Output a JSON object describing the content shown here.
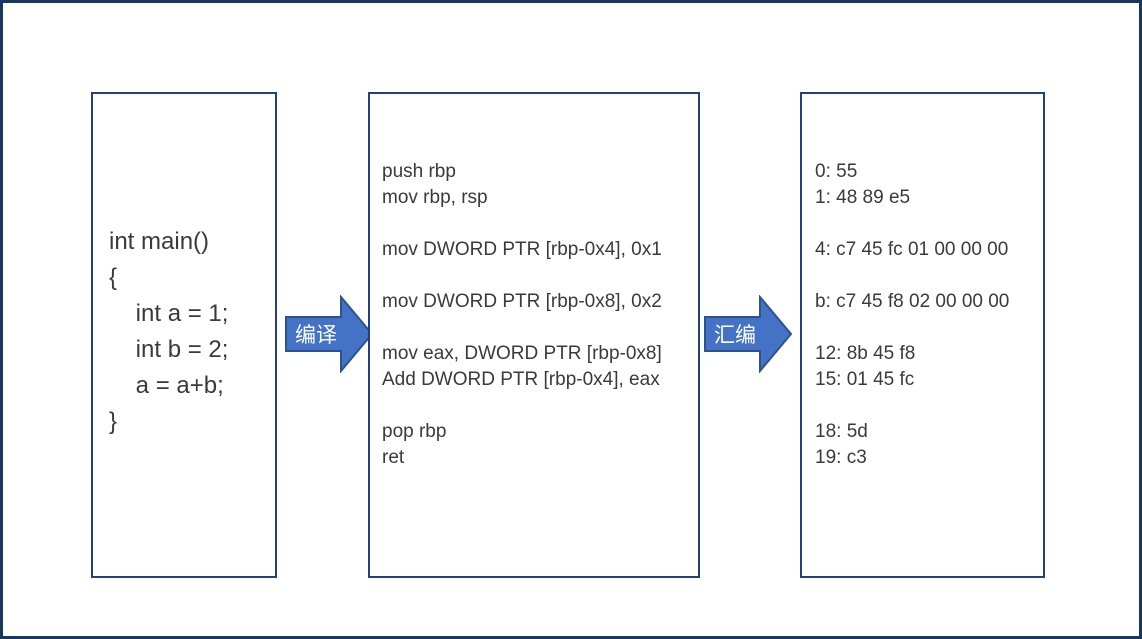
{
  "colors": {
    "page_border": "#17375e",
    "box_border": "#24417e",
    "arrow_fill": "#4472c4",
    "arrow_stroke": "#2f528f",
    "arrow_text": "#ffffff",
    "code_text": "#3a3a3a"
  },
  "source_box": {
    "lines": [
      "int main()",
      "{",
      "    int a = 1;",
      "    int b = 2;",
      "    a = a+b;",
      "}"
    ]
  },
  "compile_arrow": {
    "label": "编译"
  },
  "assembly_box": {
    "lines": [
      "push rbp",
      "mov rbp, rsp",
      "",
      "mov DWORD PTR [rbp-0x4], 0x1",
      "",
      "mov DWORD PTR [rbp-0x8], 0x2",
      "",
      "mov eax, DWORD PTR [rbp-0x8]",
      "Add DWORD PTR [rbp-0x4], eax",
      "",
      "pop rbp",
      "ret"
    ]
  },
  "assemble_arrow": {
    "label": "汇编"
  },
  "machine_code_box": {
    "lines": [
      "0: 55",
      "1: 48 89 e5",
      "",
      "4: c7 45 fc 01 00 00 00",
      "",
      "b: c7 45 f8 02 00 00 00",
      "",
      "12: 8b 45 f8",
      "15: 01 45 fc",
      "",
      "18: 5d",
      "19: c3"
    ]
  }
}
